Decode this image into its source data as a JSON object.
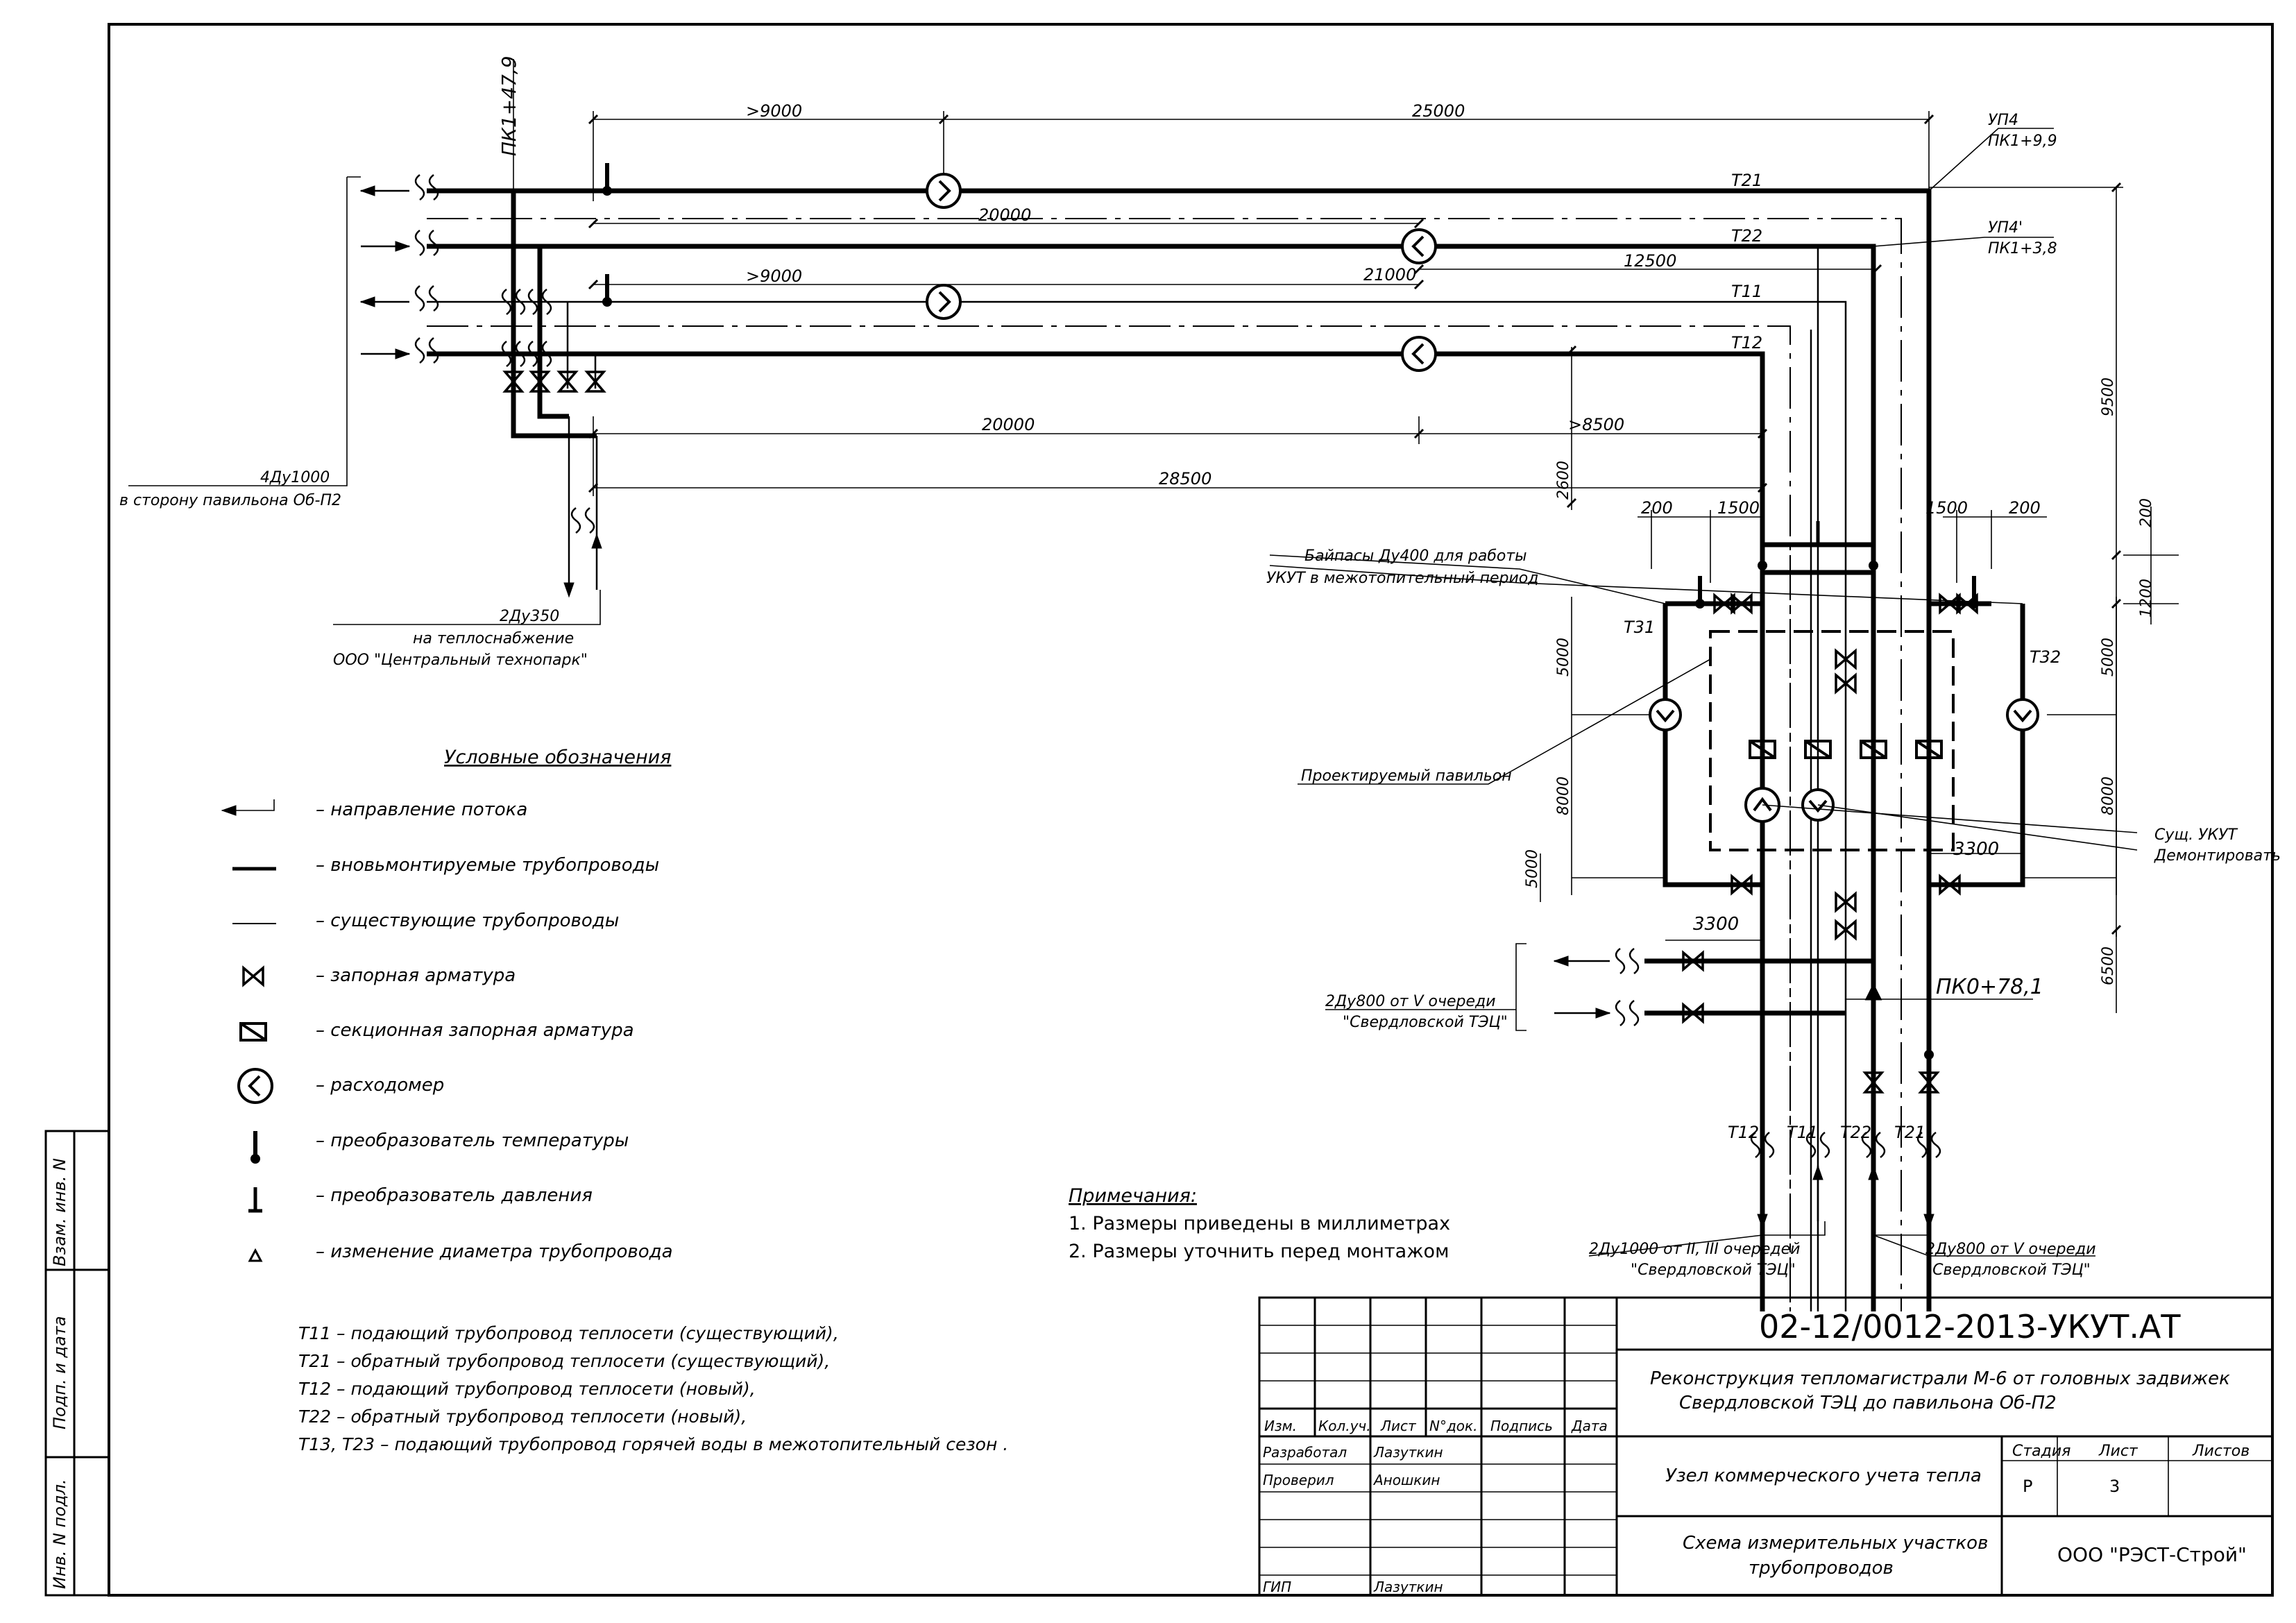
{
  "drawing": {
    "station_pk1": "ПК1+47,9",
    "up4_label": "УП4",
    "up4_pk": "ПК1+9,9",
    "up4p_label": "УП4'",
    "up4p_pk": "ПК1+3,8",
    "pk0": "ПК0+78,1",
    "pipes": {
      "t21": "Т21",
      "t22": "Т22",
      "t11": "Т11",
      "t12": "Т12",
      "t31": "Т31",
      "t32": "Т32"
    },
    "dims": {
      "d9000a": ">9000",
      "d25000": "25000",
      "d20000a": "20000",
      "d21000": "21000",
      "d12500": "12500",
      "d9000b": ">9000",
      "d20000b": "20000",
      "d8500": ">8500",
      "d28500": "28500",
      "d2600": "2600",
      "d200l": "200",
      "d1500l": "1500",
      "d1500r": "1500",
      "d200r": "200",
      "d200v": "200",
      "d1200": "1200",
      "d9500": "9500",
      "d5000l": "5000",
      "d5000r": "5000",
      "d8000l": "8000",
      "d8000r": "8000",
      "d5000b": "5000",
      "d3300r": "3300",
      "d3300l": "3300",
      "d6500": "6500"
    },
    "callouts": {
      "to_pavilion_1": "4Ду1000",
      "to_pavilion_2": "в сторону павильона Об-П2",
      "heat_supply_1": "2Ду350",
      "heat_supply_2": "на теплоснабжение",
      "heat_supply_3": "ООО \"Центральный технопарк\"",
      "bypass_1": "Байпасы Ду400 для работы",
      "bypass_2": "УКУТ в межотопительный период",
      "pavilion": "Проектируемый павильон",
      "ukut_1": "Сущ. УКУТ",
      "ukut_2": "Демонтировать",
      "tec_v_1": "2Ду800 от V очереди",
      "tec_v_2": "\"Свердловской ТЭЦ\"",
      "tec_23_1": "2Ду1000 от II, III очередей",
      "tec_23_2": "\"Свердловской ТЭЦ\"",
      "tec_v2_1": "2Ду800 от V очереди",
      "tec_v2_2": "\"Свердловской ТЭЦ\""
    }
  },
  "legend": {
    "title": "Условные обозначения",
    "items": [
      {
        "icon": "flow-direction-arrow-icon",
        "text": "– направление потока"
      },
      {
        "icon": "thick-line-icon",
        "text": "– вновьмонтируемые трубопроводы"
      },
      {
        "icon": "thin-line-icon",
        "text": "– существующие трубопроводы"
      },
      {
        "icon": "gate-valve-icon",
        "text": "– запорная арматура"
      },
      {
        "icon": "sectional-valve-icon",
        "text": "– секционная запорная арматура"
      },
      {
        "icon": "flowmeter-icon",
        "text": "– расходомер"
      },
      {
        "icon": "temperature-sensor-icon",
        "text": "– преобразователь температуры"
      },
      {
        "icon": "pressure-sensor-icon",
        "text": "– преобразователь давления"
      },
      {
        "icon": "diameter-change-icon",
        "text": "– изменение диаметра трубопровода"
      }
    ],
    "pipe_notes": [
      "Т11 – подающий трубопровод теплосети (существующий),",
      "Т21 – обратный трубопровод теплосети (существующий),",
      "Т12 – подающий трубопровод теплосети (новый),",
      "Т22 – обратный трубопровод теплосети (новый),",
      "Т13, Т23 – подающий трубопровод горячей воды в межотопительный сезон ."
    ]
  },
  "notes": {
    "title": "Примечания:",
    "items": [
      "1. Размеры приведены в миллиметрах",
      "2. Размеры уточнить перед монтажом"
    ]
  },
  "side_stamp": {
    "vzam": "Взам. инв. N",
    "podp": "Подп. и дата",
    "inv": "Инв. N подл."
  },
  "title_block": {
    "code": "02-12/0012-2013-УКУТ.АТ",
    "project_1": "Реконструкция тепломагистрали М-6 от головных задвижек",
    "project_2": "Свердловской ТЭЦ до павильона Об-П2",
    "headers": {
      "izm": "Изм.",
      "kol": "Кол.уч.",
      "list": "Лист",
      "ndok": "N°док.",
      "podp": "Подпись",
      "data": "Дата"
    },
    "roles": [
      {
        "role": "Разработал",
        "name": "Лазуткин"
      },
      {
        "role": "Проверил",
        "name": "Аношкин"
      },
      {
        "role": "",
        "name": ""
      },
      {
        "role": "",
        "name": ""
      },
      {
        "role": "ГИП",
        "name": "Лазуткин"
      }
    ],
    "object": "Узел коммерческого учета тепла",
    "sheet_title_1": "Схема измерительных участков",
    "sheet_title_2": "трубопроводов",
    "stage_h": "Стадия",
    "sheet_h": "Лист",
    "sheets_h": "Листов",
    "stage": "Р",
    "sheet": "3",
    "sheets": "",
    "company": "ООО \"РЭСТ-Строй\""
  }
}
